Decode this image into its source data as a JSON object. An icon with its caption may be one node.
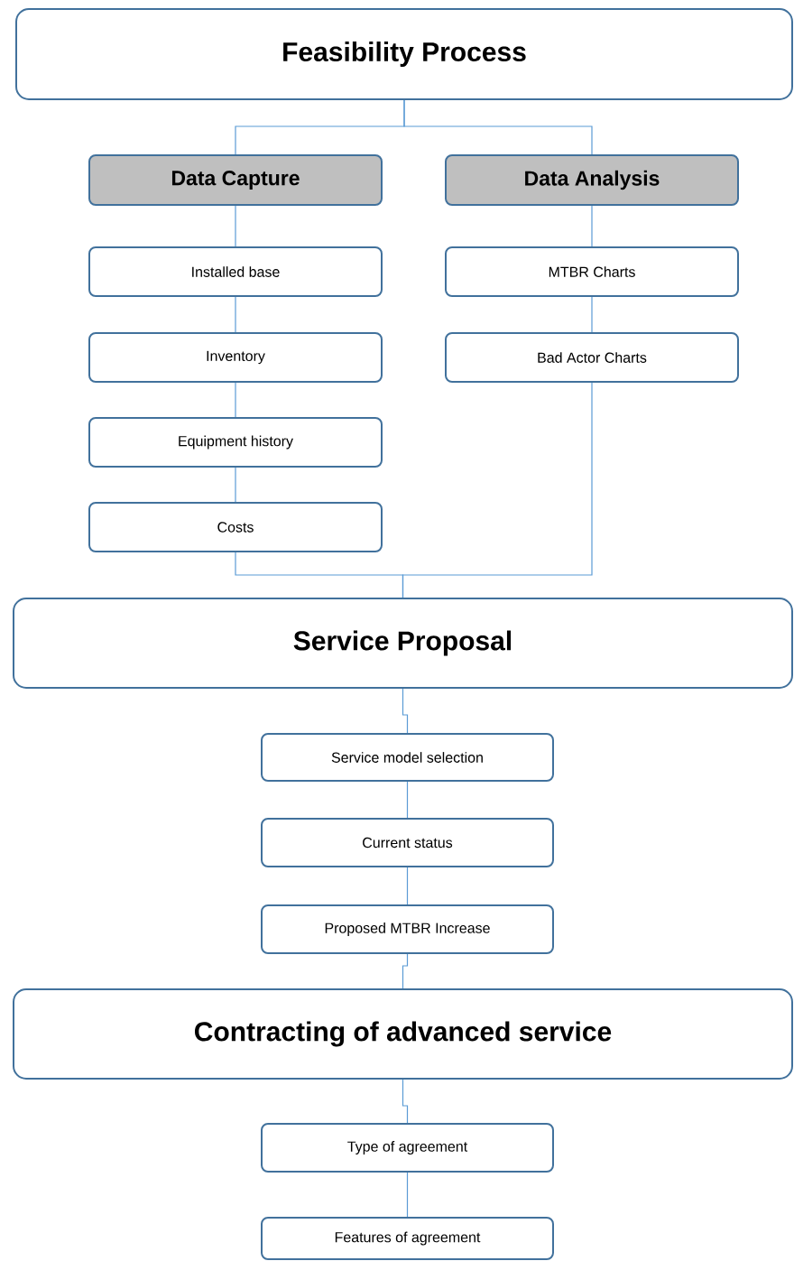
{
  "diagram": {
    "nodes": [
      {
        "text": [
          "Feasibility Process"
        ]
      },
      {
        "text": [
          "Data Capture"
        ]
      },
      {
        "text": [
          "Data Analysis"
        ]
      },
      {
        "text": [
          "Installed base"
        ]
      },
      {
        "text": [
          "Inventory"
        ]
      },
      {
        "text": [
          "Equipment history"
        ]
      },
      {
        "text": [
          "Costs"
        ]
      },
      {
        "text": [
          "MTBR Charts"
        ]
      },
      {
        "text": [
          "Bad Actor Charts"
        ]
      },
      {
        "text": [
          "Service Proposal"
        ]
      },
      {
        "text": [
          "Service model selection"
        ]
      },
      {
        "text": [
          "Current status"
        ]
      },
      {
        "text": [
          "Proposed MTBR Increase"
        ]
      },
      {
        "text": [
          "Contracting of advanced service"
        ]
      },
      {
        "text": [
          "Type of agreement"
        ]
      },
      {
        "text": [
          "Features of agreement"
        ]
      }
    ],
    "edges": [
      {
        "from": 0,
        "to": 1,
        "arrow": "none"
      },
      {
        "from": 0,
        "to": 2,
        "arrow": "none"
      },
      {
        "from": 1,
        "to": 3,
        "arrow": "none"
      },
      {
        "from": 3,
        "to": 4,
        "arrow": "none"
      },
      {
        "from": 4,
        "to": 5,
        "arrow": "none"
      },
      {
        "from": 5,
        "to": 6,
        "arrow": "none"
      },
      {
        "from": 2,
        "to": 7,
        "arrow": "none"
      },
      {
        "from": 7,
        "to": 8,
        "arrow": "none"
      },
      {
        "from": 6,
        "to": 9,
        "arrow": "none"
      },
      {
        "from": 8,
        "to": 9,
        "arrow": "none"
      },
      {
        "from": 9,
        "to": 10,
        "arrow": "none"
      },
      {
        "from": 10,
        "to": 11,
        "arrow": "none"
      },
      {
        "from": 11,
        "to": 12,
        "arrow": "none"
      },
      {
        "from": 12,
        "to": 13,
        "arrow": "none"
      },
      {
        "from": 13,
        "to": 14,
        "arrow": "none"
      },
      {
        "from": 14,
        "to": 15,
        "arrow": "none"
      }
    ]
  }
}
